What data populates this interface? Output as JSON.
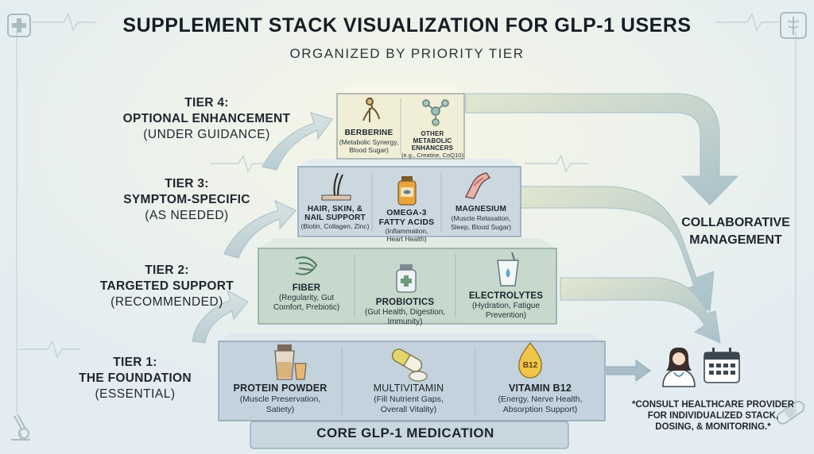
{
  "header": {
    "title": "SUPPLEMENT STACK VISUALIZATION FOR GLP-1 USERS",
    "subtitle": "ORGANIZED BY PRIORITY TIER"
  },
  "tiers": [
    {
      "tier": "TIER 4:",
      "name": "OPTIONAL ENHANCEMENT",
      "note": "(UNDER GUIDANCE)"
    },
    {
      "tier": "TIER 3:",
      "name": "SYMPTOM-SPECIFIC",
      "note": "(AS NEEDED)"
    },
    {
      "tier": "TIER 2:",
      "name": "TARGETED SUPPORT",
      "note": "(RECOMMENDED)"
    },
    {
      "tier": "TIER 1:",
      "name": "THE FOUNDATION",
      "note": "(ESSENTIAL)"
    }
  ],
  "tier4_items": [
    {
      "name": "BERBERINE",
      "desc1": "(Metabolic Synergy,",
      "desc2": "Blood Sugar)"
    },
    {
      "name": "OTHER METABOLIC",
      "name2": "ENHANCERS",
      "desc1": "(e.g., Creatine, CoQ10)"
    }
  ],
  "tier3_items": [
    {
      "name": "HAIR, SKIN, &",
      "name2": "NAIL SUPPORT",
      "desc1": "(Biotin, Collagen, Zinc)"
    },
    {
      "name": "OMEGA-3",
      "name2": "FATTY ACIDS",
      "desc1": "(Inflammation,",
      "desc2": "Heart Health)"
    },
    {
      "name": "MAGNESIUM",
      "desc1": "(Muscle Relaxation,",
      "desc2": "Sleep, Blood Sugar)"
    }
  ],
  "tier2_items": [
    {
      "name": "FIBER",
      "desc1": "(Regularity, Gut",
      "desc2": "Comfort, Prebiotic)"
    },
    {
      "name": "PROBIOTICS",
      "desc1": "(Gut Health, Digestion,",
      "desc2": "Immunity)"
    },
    {
      "name": "ELECTROLYTES",
      "desc1": "(Hydration, Fatigue",
      "desc2": "Prevention)"
    }
  ],
  "tier1_items": [
    {
      "name": "PROTEIN POWDER",
      "desc1": "(Muscle Preservation,",
      "desc2": "Satiety)"
    },
    {
      "name": "MULTIVITAMIN",
      "desc1": "(Fill Nutrient Gaps,",
      "desc2": "Overall Vitality)"
    },
    {
      "name": "VITAMIN B12",
      "desc1": "(Energy, Nerve Health,",
      "desc2": "Absorption Support)"
    }
  ],
  "b12_badge": "B12",
  "collaboration": {
    "line1": "COLLABORATIVE",
    "line2": "MANAGEMENT"
  },
  "core": "CORE GLP-1 MEDICATION",
  "consult": {
    "line1": "*CONSULT HEALTHCARE PROVIDER",
    "line2": "FOR INDIVIDUALIZED STACK,",
    "line3": "DOSING, & MONITORING.*"
  },
  "icons": [
    "medical-cross-icon",
    "caduceus-icon",
    "root-icon",
    "molecule-icon",
    "hair-follicle-icon",
    "fish-oil-bottle-icon",
    "muscle-leg-icon",
    "fiber-strand-icon",
    "probiotic-bottle-icon",
    "electrolyte-cup-icon",
    "protein-shaker-icon",
    "capsule-icon",
    "b12-drop-icon",
    "doctor-icon",
    "calendar-icon",
    "microscope-icon",
    "bandage-icon"
  ],
  "colors": {
    "tier4": "#f1eed8",
    "tier3": "#cbd8e0",
    "tier2": "#c6d9cc",
    "tier1": "#c3d2dc",
    "arrow": "#b4c9d0",
    "text": "#1b252d"
  }
}
